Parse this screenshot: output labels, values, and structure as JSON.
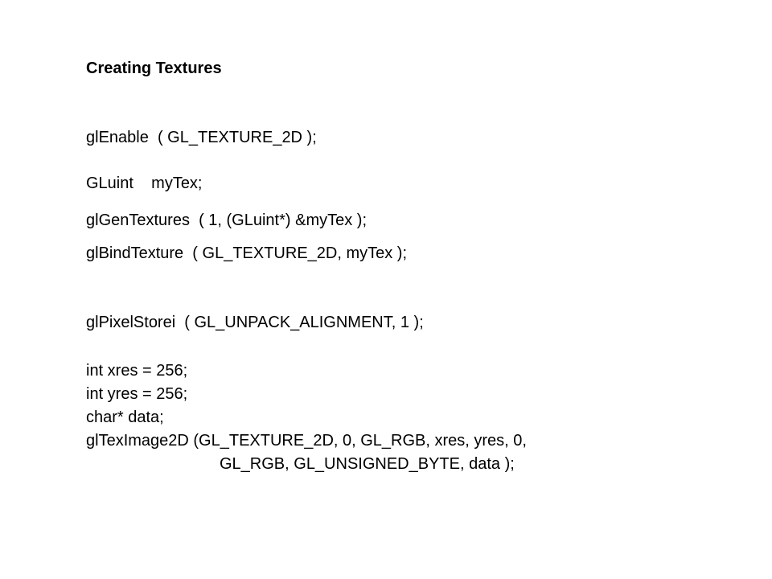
{
  "slide": {
    "title": "Creating Textures",
    "code_lines": [
      "glEnable  ( GL_TEXTURE_2D );",
      "GLuint    myTex;",
      "glGenTextures  ( 1, (GLuint*) &myTex );",
      "glBindTexture  ( GL_TEXTURE_2D, myTex );",
      "glPixelStorei  ( GL_UNPACK_ALIGNMENT, 1 );",
      "int xres = 256;",
      "int yres = 256;",
      "char* data;",
      "glTexImage2D (GL_TEXTURE_2D, 0, GL_RGB, xres, yres, 0,",
      "GL_RGB, GL_UNSIGNED_BYTE, data );"
    ]
  }
}
